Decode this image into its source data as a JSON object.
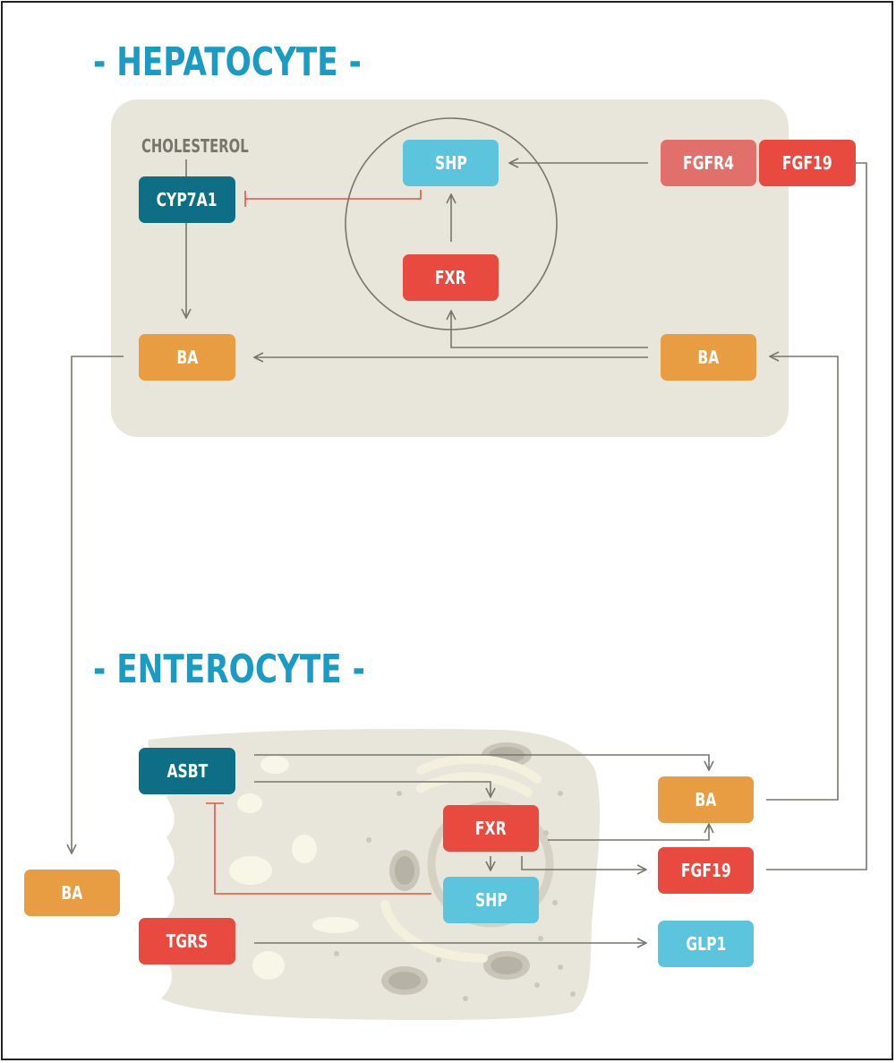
{
  "colors": {
    "accent_title": "#1a9bc4",
    "cell_bg": "#e8e6da",
    "arrow": "#77756c",
    "inhibit": "#e7533f",
    "orange": "#e89d42",
    "red": "#e84a3f",
    "salmon": "#e2706a",
    "teal": "#0e6e86",
    "lightblue": "#5cc4dd",
    "label_gray": "#77756c"
  },
  "hepatocyte": {
    "title": "- HEPATOCYTE -",
    "cholesterol": "CHOLESTEROL",
    "cyp7a1": "CYP7A1",
    "shp": "SHP",
    "fxr": "FXR",
    "fgfr4": "FGFR4",
    "fgf19": "FGF19",
    "ba_left": "BA",
    "ba_right": "BA"
  },
  "enterocyte": {
    "title": "- ENTEROCYTE -",
    "asbt": "ASBT",
    "tgrs": "TGRS",
    "fxr": "FXR",
    "shp": "SHP",
    "ba": "BA",
    "fgf19": "FGF19",
    "glp1": "GLP1"
  },
  "lumen": {
    "ba": "BA"
  }
}
